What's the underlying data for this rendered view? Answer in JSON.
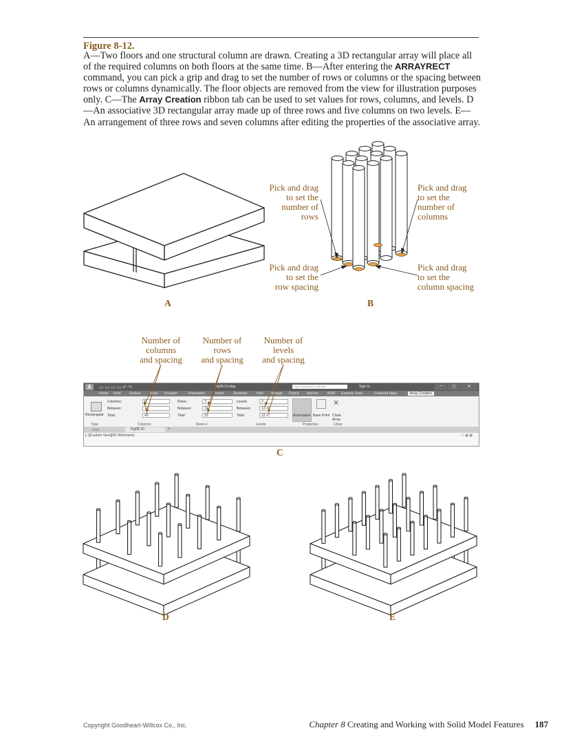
{
  "figure": {
    "title": "Figure 8-12.",
    "caption_parts": {
      "p1": "A—Two floors and one structural column are drawn. Creating a 3D rectangular array will place all of the required columns on both floors at the same time. B—After entering the ",
      "cmd": "ARRAYRECT",
      "p2": " command, you can pick a grip and drag to set the number of rows or columns or the spacing between rows or columns dynamically. The floor objects are removed from the view for illustration purposes only. C—The ",
      "tab": "Array Creation",
      "p3": " ribbon tab can be used to set values for rows, columns, and levels. D—An associative 3D rectangular array made up of three rows and five columns on two levels. E—An arrangement of three rows and seven columns after editing the properties of the associative array."
    }
  },
  "panels": {
    "a": "A",
    "b": "B",
    "c": "C",
    "d": "D",
    "e": "E"
  },
  "callouts_b": {
    "rows_l1": "Pick and drag",
    "rows_l2": "to set the",
    "rows_l3": "number of",
    "rows_l4": "rows",
    "cols_l1": "Pick and drag",
    "cols_l2": "to set the",
    "cols_l3": "number of",
    "cols_l4": "columns",
    "rowsp_l1": "Pick and drag",
    "rowsp_l2": "to set the",
    "rowsp_l3": "row spacing",
    "colsp_l1": "Pick and drag",
    "colsp_l2": "to set the",
    "colsp_l3": "column spacing"
  },
  "callouts_c": {
    "cols_l1": "Number of",
    "cols_l2": "columns",
    "cols_l3": "and spacing",
    "rows_l1": "Number of",
    "rows_l2": "rows",
    "rows_l3": "and spacing",
    "lev_l1": "Number of",
    "lev_l2": "levels",
    "lev_l3": "and spacing"
  },
  "ribbon": {
    "window_title": "Fig08-10.dwg",
    "search_placeholder": "Type a keyword or phrase",
    "sign_in": "Sign In",
    "tabs": [
      "Home",
      "Solid",
      "Surface",
      "Mesh",
      "Visualize",
      "Parametric",
      "Insert",
      "Annotate",
      "View",
      "Manage",
      "Output",
      "Add-ins",
      "A360",
      "Express Tools",
      "Featured Apps",
      "Array Creation"
    ],
    "type_label": "Rectangular",
    "columns": {
      "label": "Columns:",
      "value": "5",
      "between_label": "Between:",
      "between": "10",
      "total_label": "Total:",
      "total": "40"
    },
    "rows": {
      "label": "Rows:",
      "value": "3",
      "between_label": "Between:",
      "between": "10",
      "total_label": "Total:",
      "total": "20"
    },
    "levels": {
      "label": "Levels:",
      "value": "2",
      "between_label": "Between:",
      "between": "12'-0\"",
      "total_label": "Total:",
      "total": "12'-0\""
    },
    "props": {
      "associative": "Associative",
      "base_point": "Base Point",
      "close": "Close Array"
    },
    "groups": {
      "type": "Type",
      "columns": "Columns",
      "rows": "Rows ▾",
      "levels": "Levels",
      "properties": "Properties",
      "close": "Close"
    },
    "doc_tabs": {
      "start": "Start",
      "file": "Fig08-10"
    },
    "viewport_label": "[−][Custom View][3D Wireframe]"
  },
  "footer": {
    "copyright": "Copyright Goodheart-Willcox Co., Inc.",
    "chapter": "Chapter 8",
    "chapter_title": "Creating and Working with Solid Model Features",
    "page": "187"
  }
}
